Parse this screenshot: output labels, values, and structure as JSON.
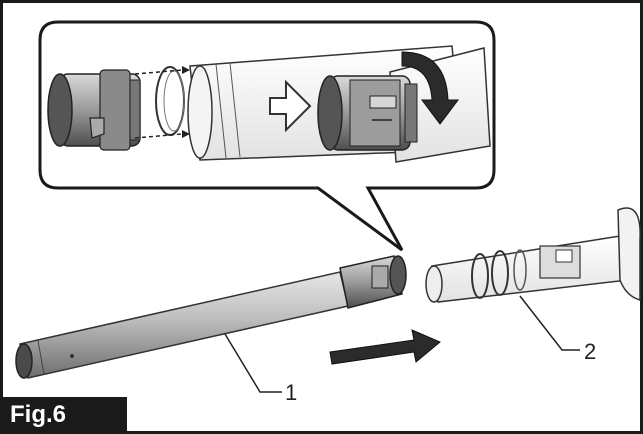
{
  "figure": {
    "label": "Fig.6",
    "callouts": [
      {
        "number": "1",
        "part": "pipe"
      },
      {
        "number": "2",
        "part": "nozzle-joint"
      }
    ]
  },
  "colors": {
    "frame": "#1a1a1a",
    "pipe_fill": "#c8c8c8",
    "pipe_dark": "#7a7a7a",
    "arrow_fill": "#2b2b2b"
  },
  "icons": [
    "assembly-arrow-icon",
    "rotate-arrow-icon",
    "push-arrow-icon"
  ]
}
